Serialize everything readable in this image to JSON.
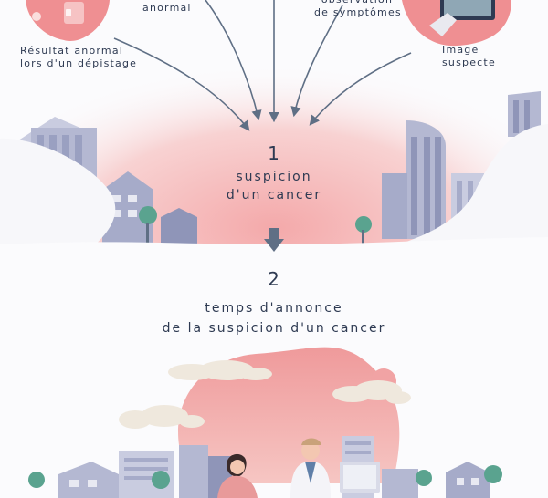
{
  "sources": {
    "anormal": "anormal",
    "observation_line1": "observation",
    "observation_line2": "de symptômes",
    "depistage_line1": "Résultat anormal",
    "depistage_line2": "lors d'un dépistage",
    "image_line1": "Image",
    "image_line2": "suspecte"
  },
  "step1": {
    "number": "1",
    "line1": "suspicion",
    "line2": "d'un cancer"
  },
  "step2": {
    "number": "2",
    "line1": "temps d'annonce",
    "line2": "de la suspicion d'un cancer"
  },
  "colors": {
    "ink": "#2e3a52",
    "pink": "#f1a3a4",
    "blush": "#f8d6d4",
    "arrow": "#5f6f85",
    "building": "#8f95b8",
    "tree": "#5aa38f"
  }
}
